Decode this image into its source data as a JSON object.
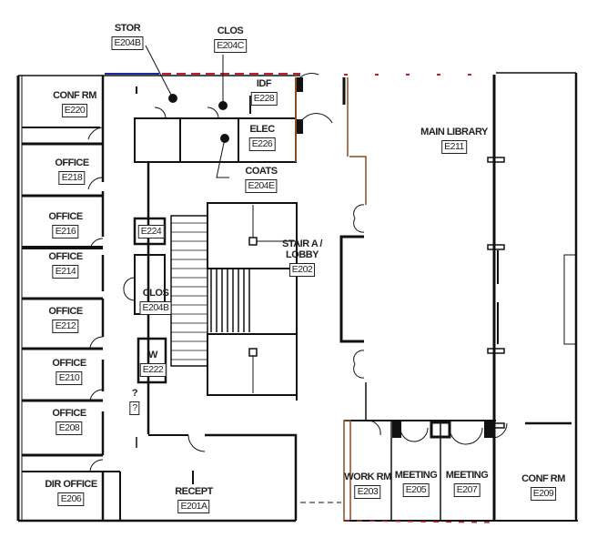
{
  "plan": {
    "rooms": [
      {
        "name": "STOR",
        "number": "E204B"
      },
      {
        "name": "CLOS",
        "number": "E204C"
      },
      {
        "name": "CONF RM",
        "number": "E220"
      },
      {
        "name": "IDF",
        "number": "E228"
      },
      {
        "name": "ELEC",
        "number": "E226"
      },
      {
        "name": "COATS",
        "number": "E204E"
      },
      {
        "name": "OFFICE",
        "number": "E218"
      },
      {
        "name": "OFFICE",
        "number": "E216"
      },
      {
        "name": "OFFICE",
        "number": "E214"
      },
      {
        "name": "",
        "number": "E224"
      },
      {
        "name": "STAIR A / LOBBY",
        "number": "E202"
      },
      {
        "name": "CLOS",
        "number": "E204B"
      },
      {
        "name": "OFFICE",
        "number": "E212"
      },
      {
        "name": "W",
        "number": "E222"
      },
      {
        "name": "OFFICE",
        "number": "E210"
      },
      {
        "name": "?",
        "number": "?"
      },
      {
        "name": "OFFICE",
        "number": "E208"
      },
      {
        "name": "DIR OFFICE",
        "number": "E206"
      },
      {
        "name": "RECEPT",
        "number": "E201A"
      },
      {
        "name": "MAIN LIBRARY",
        "number": "E211"
      },
      {
        "name": "WORK RM",
        "number": "E203"
      },
      {
        "name": "MEETING",
        "number": "E205"
      },
      {
        "name": "MEETING",
        "number": "E207"
      },
      {
        "name": "CONF RM",
        "number": "E209"
      }
    ]
  },
  "colors": {
    "wall": "#111111",
    "accent_red": "#c0202a",
    "accent_blue": "#1a2a9a",
    "accent_brown": "#8a4a20"
  }
}
